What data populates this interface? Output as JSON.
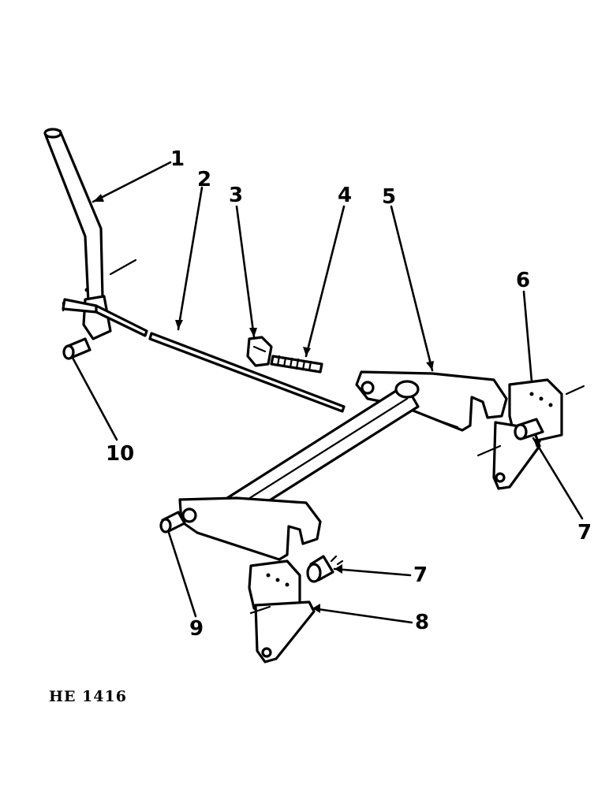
{
  "callouts": {
    "c1": "1",
    "c2": "2",
    "c3": "3",
    "c4": "4",
    "c5": "5",
    "c6": "6",
    "c7a": "7",
    "c7b": "7",
    "c8": "8",
    "c9": "9",
    "c10": "10"
  },
  "figure_code": "HE 1416",
  "colors": {
    "ink": "#000000",
    "paper": "#ffffff"
  }
}
